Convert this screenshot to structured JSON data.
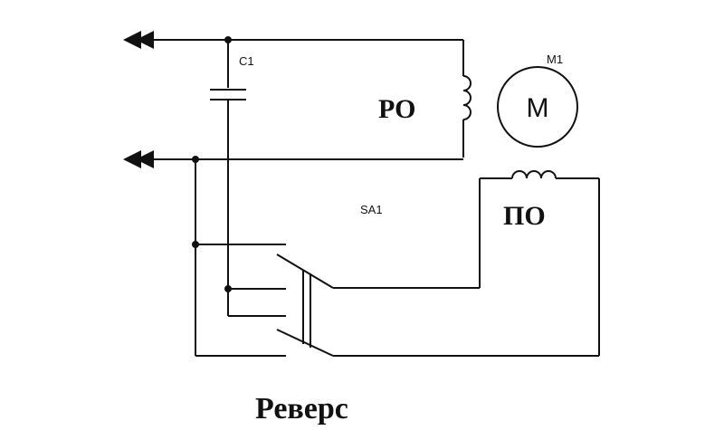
{
  "diagram": {
    "capacitor_label": "C1",
    "motor_label": "M1",
    "motor_symbol": "M",
    "working_winding_label": "РО",
    "start_winding_label": "ПО",
    "switch_label": "SA1",
    "caption": "Реверс"
  }
}
